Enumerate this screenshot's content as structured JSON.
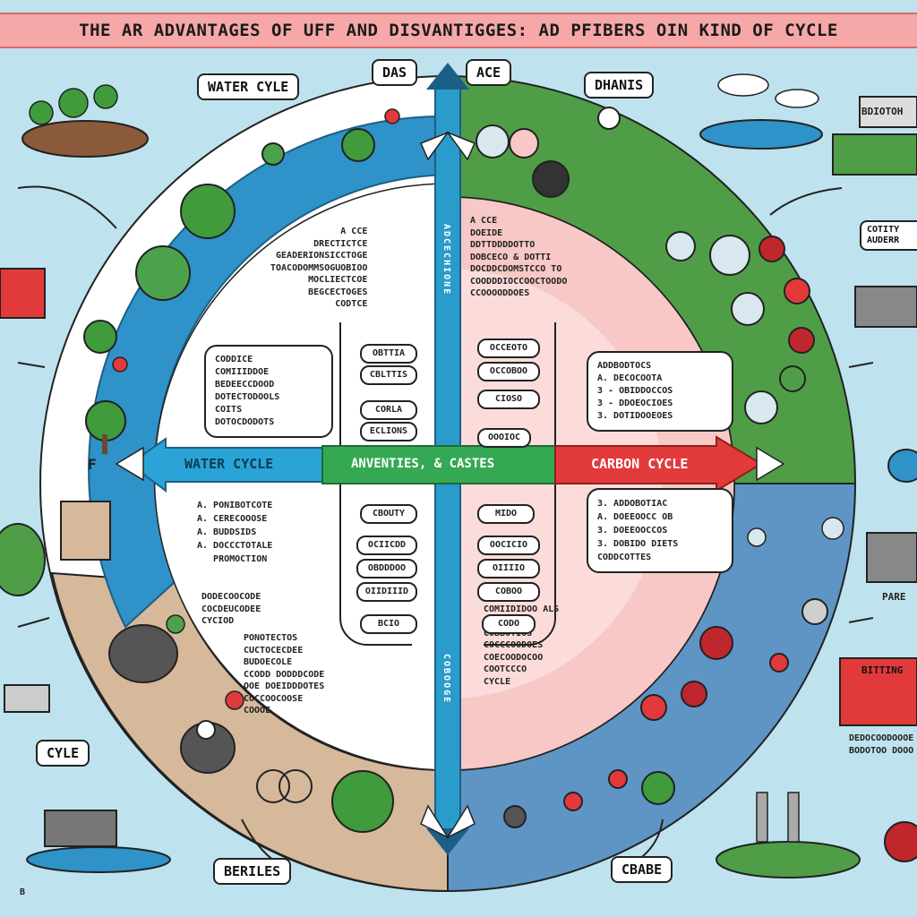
{
  "title": "THE AR ADVANTAGES OF UFF AND DISVANTIGGES: AD PFIBERS OIN KIND OF CYCLE",
  "labels": {
    "water_cycle_tag": "WATER CYLE",
    "das": "DAS",
    "ace": "ACE",
    "dhanis": "DHANIS",
    "cyle": "CYLE",
    "beriles": "BERILES",
    "cbabe": "CBABE",
    "cotity_auderr": "COTITY AUDERR",
    "bdioton": "BDIOTOH",
    "bitting": "BITTING",
    "pare": "PARE",
    "f_mark": "F",
    "b_mark": "B"
  },
  "axis": {
    "left": "WATER CYCLE",
    "center": "ANVENTIES, & CASTES",
    "right": "CARBON CYCLE",
    "vertical_top": "ADCECHIONE",
    "vertical_bottom": "COBOOGE"
  },
  "water_top_text": "A CCE\nDRECTICTCE\nGEADERIONSICCTOGE\nTOACODOMMSOGUOBIOO\nMOCLIECTCOE\nBEGCECTOGES\nCODTCE",
  "water_left_panel": "CODDICE\nCOMIIIDDOE\nBEDEECCDOOD\nDOTECTODOOLS\nCOITS\nDOTOCDODOTS",
  "water_pills_top": [
    "OBTTIA",
    "CBLTTIS",
    "CORLA",
    "ECLIONS"
  ],
  "water_adv_list": "A. PONIBOTCOTE\nA. CERECOOOSE\nA. BUDDSIDS\nA. DOCCCTOTALE\n   PROMOCTION",
  "water_pills_bottom": [
    "CBOUTY",
    "OCIICDD",
    "OBDDDOO",
    "OIIDIIID",
    "BCIO"
  ],
  "water_bottom_text": "DODECOOCODE\nCOCDEUCODEE\nCYCIOD",
  "water_bottom_text2": "PONOTECTOS\nCUCTOCECDEE\nBUDOECOLE\nCCODD DODDDCODE\nOOE DOEIDDDOTES\nCOCCOOCOOSE\nCOOOE",
  "carbon_top_text": "A CCE\nDOEIDE\nDDTTDDDDOTTO\nDOBCECO & DOTTI\nDOCDDCDOMSTCCO TO\nCOODDDIOCCOOCTOODO\nCCOOOODDOES",
  "carbon_right_panel": "ADDBODTOCS\nA. DECOCOOTA\n3 - OBIDDOCCOS\n3 - DDOEOCIOES\n3. DOTIDOOEOES",
  "carbon_pills_top": [
    "OCCEOTO",
    "OCCOBOO",
    "CIOSO",
    "OOOIOC"
  ],
  "carbon_adv_list": "3. ADDOBOTIAC\nA. DOEEOOCC OB\n3. DOEEOOCCOS\n3. DOBIDO DIETS\nCODDCOTTES",
  "carbon_pills_bottom": [
    "MIDO",
    "OOCICIO",
    "OIIIIO",
    "COBOO",
    "CODO"
  ],
  "carbon_bottom_text": "COCECOOOS\nCOMIIDIDOO ALS\nBOBTIOO\nCOBBOTIOS\nCOCCCOODOES\nCOECOODOCOO\nCOOTCCCO\nCYCLE",
  "side_right_text": "DEDOCOODOOOE\nBODOTOO DOOO"
}
